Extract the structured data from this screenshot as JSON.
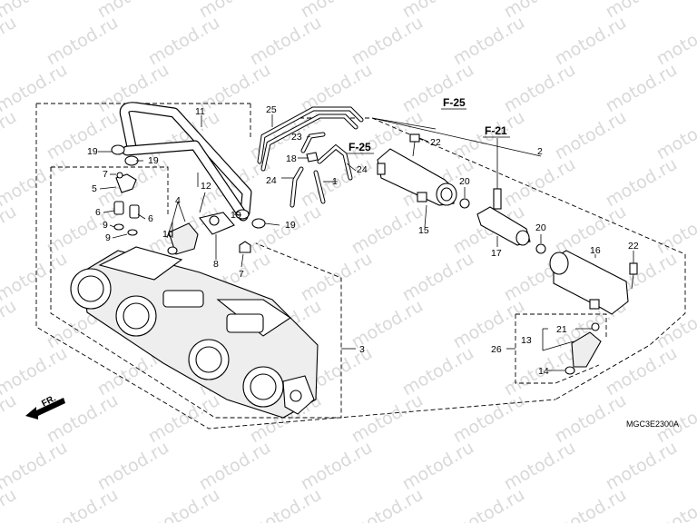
{
  "watermark": {
    "text": "motod.ru"
  },
  "diagram_code": "MGC3E2300A",
  "front_label": "FR.",
  "refs": {
    "f25_top": "F-25",
    "f25_mid": "F-25",
    "f21": "F-21"
  },
  "callouts": {
    "c1": "1",
    "c2": "2",
    "c3": "3",
    "c4": "4",
    "c5": "5",
    "c6a": "6",
    "c6b": "6",
    "c7a": "7",
    "c7b": "7",
    "c8": "8",
    "c9a": "9",
    "c9b": "9",
    "c10": "10",
    "c11": "11",
    "c12": "12",
    "c13": "13",
    "c14": "14",
    "c15": "15",
    "c16": "16",
    "c17": "17",
    "c18": "18",
    "c19a": "19",
    "c19b": "19",
    "c19c": "19",
    "c19d": "19",
    "c20a": "20",
    "c20b": "20",
    "c21": "21",
    "c22a": "22",
    "c22b": "22",
    "c23": "23",
    "c24a": "24",
    "c24b": "24",
    "c25": "25",
    "c26": "26"
  }
}
